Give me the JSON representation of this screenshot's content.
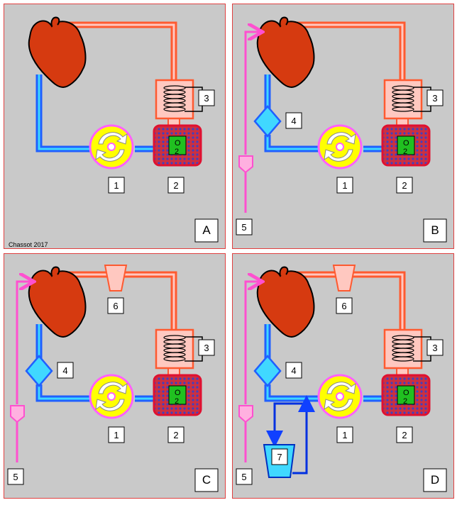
{
  "credit": "Chassot 2017",
  "oxygen_label": "O",
  "oxygen_subscript": "2",
  "panels": [
    {
      "letter": "A",
      "labels": [
        "1",
        "2",
        "3"
      ]
    },
    {
      "letter": "B",
      "labels": [
        "1",
        "2",
        "3",
        "4",
        "5"
      ]
    },
    {
      "letter": "C",
      "labels": [
        "1",
        "2",
        "3",
        "4",
        "5",
        "6"
      ]
    },
    {
      "letter": "D",
      "labels": [
        "1",
        "2",
        "3",
        "4",
        "5",
        "6",
        "7"
      ]
    }
  ],
  "colors": {
    "panel_bg": "#c9c9c9",
    "panel_border": "#e04040",
    "heart": "#d63a10",
    "arterial_line": "#ff5a30",
    "arterial_fill": "#ffc8c0",
    "venous_line": "#2060ff",
    "venous_fill": "#40d8ff",
    "pump": "#ffff00",
    "pump_ring": "#ff60ff",
    "oxygenator": "#cc3040",
    "oxygen_core": "#20c020",
    "cannula": "#ff50d0",
    "reservoir": "#40d8ff",
    "suction": "#0030e0"
  }
}
